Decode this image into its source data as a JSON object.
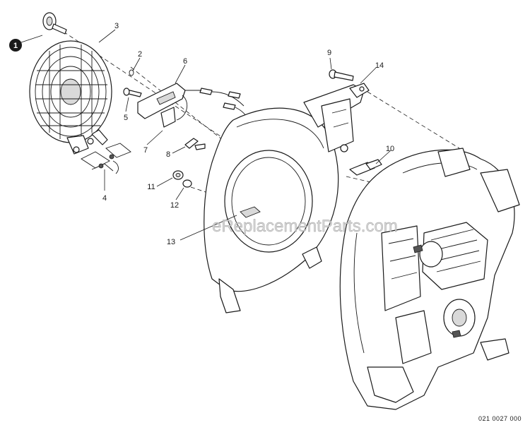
{
  "callouts": [
    {
      "id": "1",
      "text": "1",
      "highlighted": true
    },
    {
      "id": "2",
      "text": "2"
    },
    {
      "id": "3",
      "text": "3"
    },
    {
      "id": "4",
      "text": "4"
    },
    {
      "id": "5",
      "text": "5"
    },
    {
      "id": "6",
      "text": "6"
    },
    {
      "id": "7",
      "text": "7"
    },
    {
      "id": "8",
      "text": "8"
    },
    {
      "id": "9",
      "text": "9"
    },
    {
      "id": "10",
      "text": "10"
    },
    {
      "id": "11",
      "text": "11"
    },
    {
      "id": "12",
      "text": "12"
    },
    {
      "id": "13",
      "text": "13"
    },
    {
      "id": "14",
      "text": "14"
    }
  ],
  "diagram_code": "021 0027 000",
  "watermark": "eReplacementParts.com",
  "colors": {
    "line": "#1a1a1a",
    "badge": "#1a1a1a",
    "watermark": "#cfcfcf"
  }
}
